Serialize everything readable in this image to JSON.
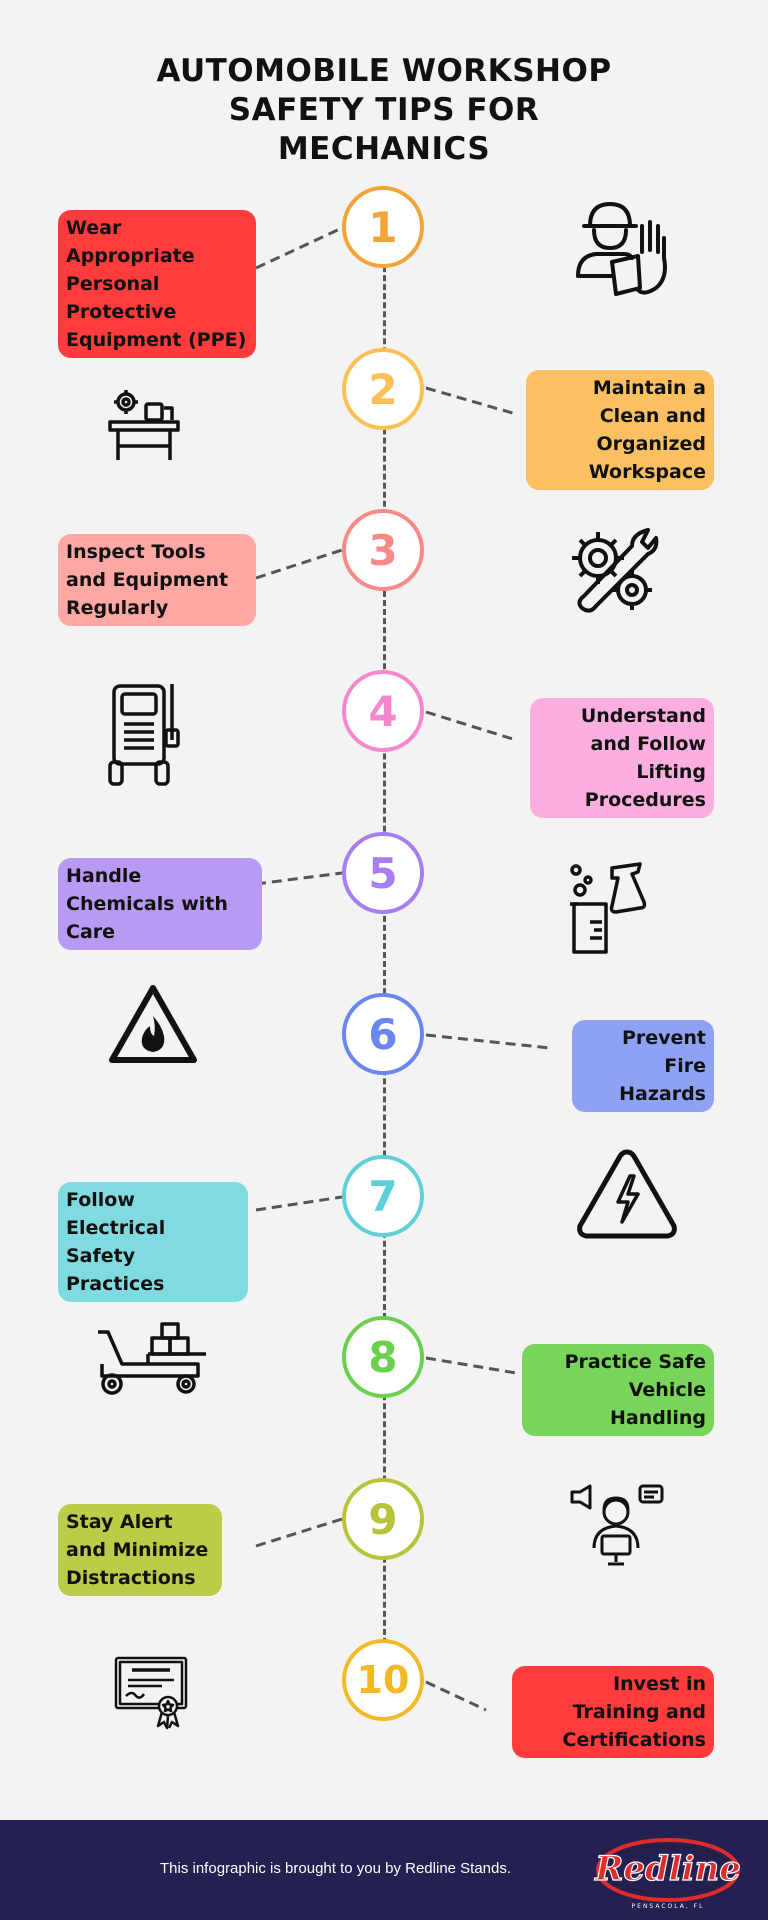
{
  "title": {
    "line1": "AUTOMOBILE WORKSHOP",
    "line2": "SAFETY TIPS FOR",
    "line3": "MECHANICS"
  },
  "steps": [
    {
      "number": "1",
      "label": "Wear Appropriate Personal Protective Equipment (PPE)",
      "color": "#f2a33a",
      "pill_color": "#ff3b3b",
      "side": "left",
      "icon": "worker-ppe-icon"
    },
    {
      "number": "2",
      "label": "Maintain a Clean and Organized Workspace",
      "color": "#fbbf54",
      "pill_color": "#fcc060",
      "side": "right",
      "icon": "workbench-icon"
    },
    {
      "number": "3",
      "label": "Inspect Tools and Equipment Regularly",
      "color": "#f78a86",
      "pill_color": "#ffa7a4",
      "side": "left",
      "icon": "gear-wrench-icon"
    },
    {
      "number": "4",
      "label": "Understand and Follow Lifting Procedures",
      "color": "#f488cf",
      "pill_color": "#fbaedf",
      "side": "right",
      "icon": "lift-machine-icon"
    },
    {
      "number": "5",
      "label": "Handle Chemicals with Care",
      "color": "#a67df2",
      "pill_color": "#b89af5",
      "side": "left",
      "icon": "chemical-flask-icon"
    },
    {
      "number": "6",
      "label": "Prevent Fire Hazards",
      "color": "#6b86ee",
      "pill_color": "#8fa1f2",
      "side": "right",
      "icon": "fire-warning-icon"
    },
    {
      "number": "7",
      "label": "Follow Electrical Safety Practices",
      "color": "#5fd0d8",
      "pill_color": "#7fdbe0",
      "side": "left",
      "icon": "electrical-warning-icon"
    },
    {
      "number": "8",
      "label": "Practice Safe Vehicle Handling",
      "color": "#6cd04f",
      "pill_color": "#79d45a",
      "side": "right",
      "icon": "forklift-icon"
    },
    {
      "number": "9",
      "label": "Stay Alert and Minimize Distractions",
      "color": "#b7c43a",
      "pill_color": "#bccb48",
      "side": "left",
      "icon": "alert-person-icon"
    },
    {
      "number": "10",
      "label": "Invest in Training and Certifications",
      "color": "#f2b928",
      "pill_color": "#ff3b3b",
      "side": "right",
      "icon": "certificate-icon"
    }
  ],
  "footer": {
    "text": "This infographic is brought to you by Redline Stands.",
    "logo_text": "Redline",
    "logo_subtext": "PENSACOLA, FL",
    "background": "#242152"
  }
}
